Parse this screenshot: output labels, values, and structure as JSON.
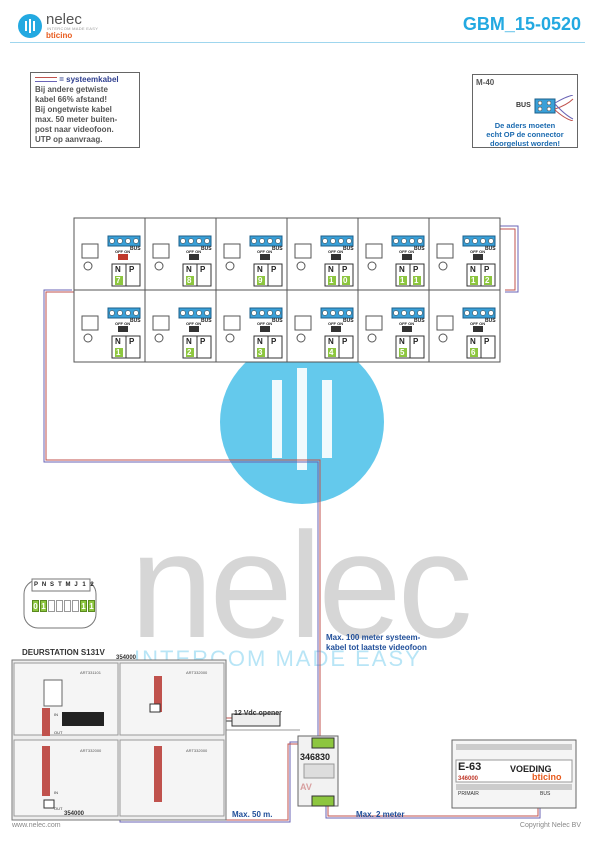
{
  "header": {
    "brand": "nelec",
    "brand_tagline": "INTERCOM MADE EASY",
    "partner": "bticino",
    "document_id": "GBM_15-0520"
  },
  "legend_note": {
    "line1": "= systeemkabel",
    "line2": "Bij andere getwiste",
    "line3": "kabel 66% afstand!",
    "line4": "Bij ongetwiste kabel",
    "line5": "max. 50 meter buiten-",
    "line6": "post naar videofoon.",
    "line7": "UTP op aanvraag."
  },
  "m40_note": {
    "title": "M-40",
    "bus_label": "BUS",
    "line1": "De aders moeten",
    "line2": "echt OP de connector",
    "line3": "doorgelust worden!"
  },
  "monitors": [
    {
      "n_value": "7",
      "p_value": ""
    },
    {
      "n_value": "8",
      "p_value": ""
    },
    {
      "n_value": "9",
      "p_value": ""
    },
    {
      "n_value": "1",
      "p_value": "0"
    },
    {
      "n_value": "1",
      "p_value": "1"
    },
    {
      "n_value": "1",
      "p_value": "2"
    },
    {
      "n_value": "1",
      "p_value": ""
    },
    {
      "n_value": "2",
      "p_value": ""
    },
    {
      "n_value": "3",
      "p_value": ""
    },
    {
      "n_value": "4",
      "p_value": ""
    },
    {
      "n_value": "5",
      "p_value": ""
    },
    {
      "n_value": "6",
      "p_value": ""
    }
  ],
  "monitor_labels": {
    "bus": "BUS",
    "off_on": "OFF ON",
    "n": "N",
    "p": "P"
  },
  "config_block": {
    "headers": [
      "P",
      "N",
      "S",
      "T",
      "M",
      "J",
      "1",
      "2"
    ],
    "values": [
      "0",
      "1",
      "",
      "",
      "",
      "",
      "1",
      "1"
    ]
  },
  "door_station": {
    "label": "DEURSTATION S131V",
    "module_code_top": "354000",
    "module_code_bottom": "354000",
    "module_art1": "ART331101",
    "module_art2": "ART332000",
    "module_art3": "ART332000",
    "module_art4": "ART332000",
    "in_label": "IN",
    "out_label": "OUT"
  },
  "opener_label": "12 Vdc opener",
  "distribution": {
    "code": "346830",
    "sub": "AV"
  },
  "power_supply": {
    "model": "E-63",
    "title": "VOEDING",
    "code": "346000",
    "brand": "bticino",
    "primair": "PRIMAIR",
    "bus": "BUS"
  },
  "annotations": {
    "max100_line1": "Max. 100 meter systeem-",
    "max100_line2": "kabel tot laatste videofoon",
    "max50": "Max. 50 m.",
    "max2": "Max. 2 meter"
  },
  "footer": {
    "left": "www.nelec.com",
    "right": "Copyright Nelec BV"
  },
  "watermark": {
    "word": "nelec",
    "tagline": "INTERCOM MADE EASY"
  }
}
